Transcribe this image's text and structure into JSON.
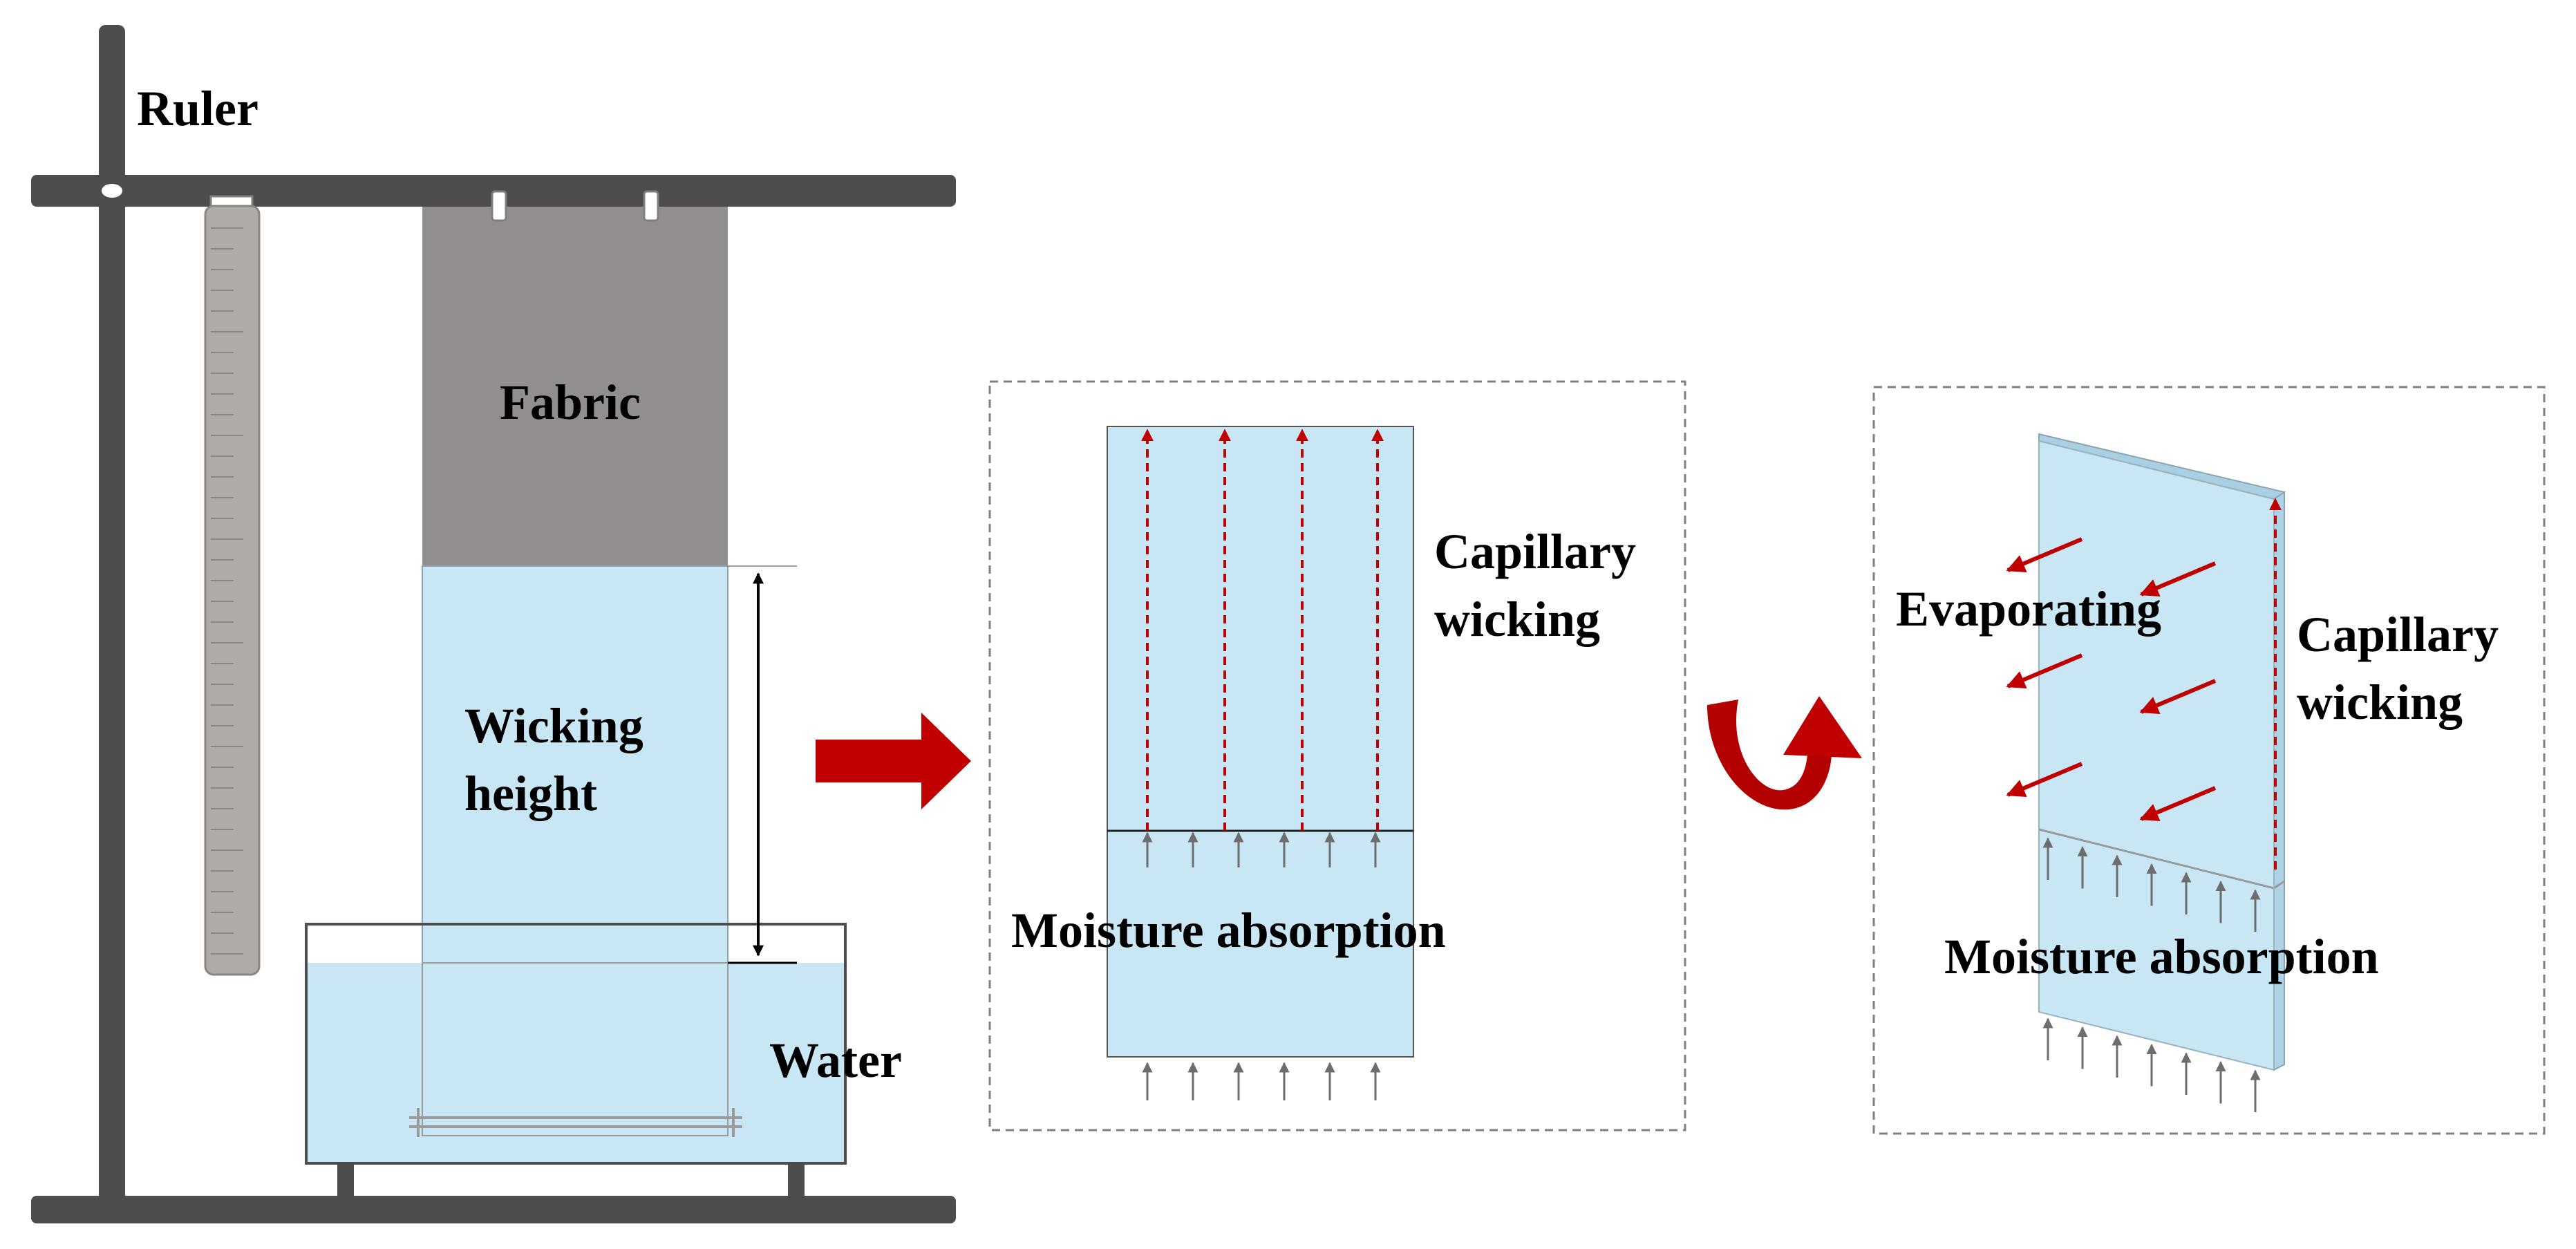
{
  "labels": {
    "ruler": "Ruler",
    "fabric": "Fabric",
    "wicking_height_line1": "Wicking",
    "wicking_height_line2": "height",
    "water": "Water",
    "panel2_capillary_line1": "Capillary",
    "panel2_capillary_line2": "wicking",
    "panel2_moisture": "Moisture absorption",
    "panel3_evaporating": "Evaporating",
    "panel3_capillary_line1": "Capillary",
    "panel3_capillary_line2": "wicking",
    "panel3_moisture": "Moisture  absorption"
  },
  "colors": {
    "frame": "#4d4d4d",
    "ruler_body": "#b0aaa9",
    "fabric_dry": "#928e8d",
    "water_blue": "#c9e6f4",
    "accent_red": "#c00000",
    "dash_border": "#7f7f7f",
    "arrow_gray": "#6d6d6d"
  }
}
